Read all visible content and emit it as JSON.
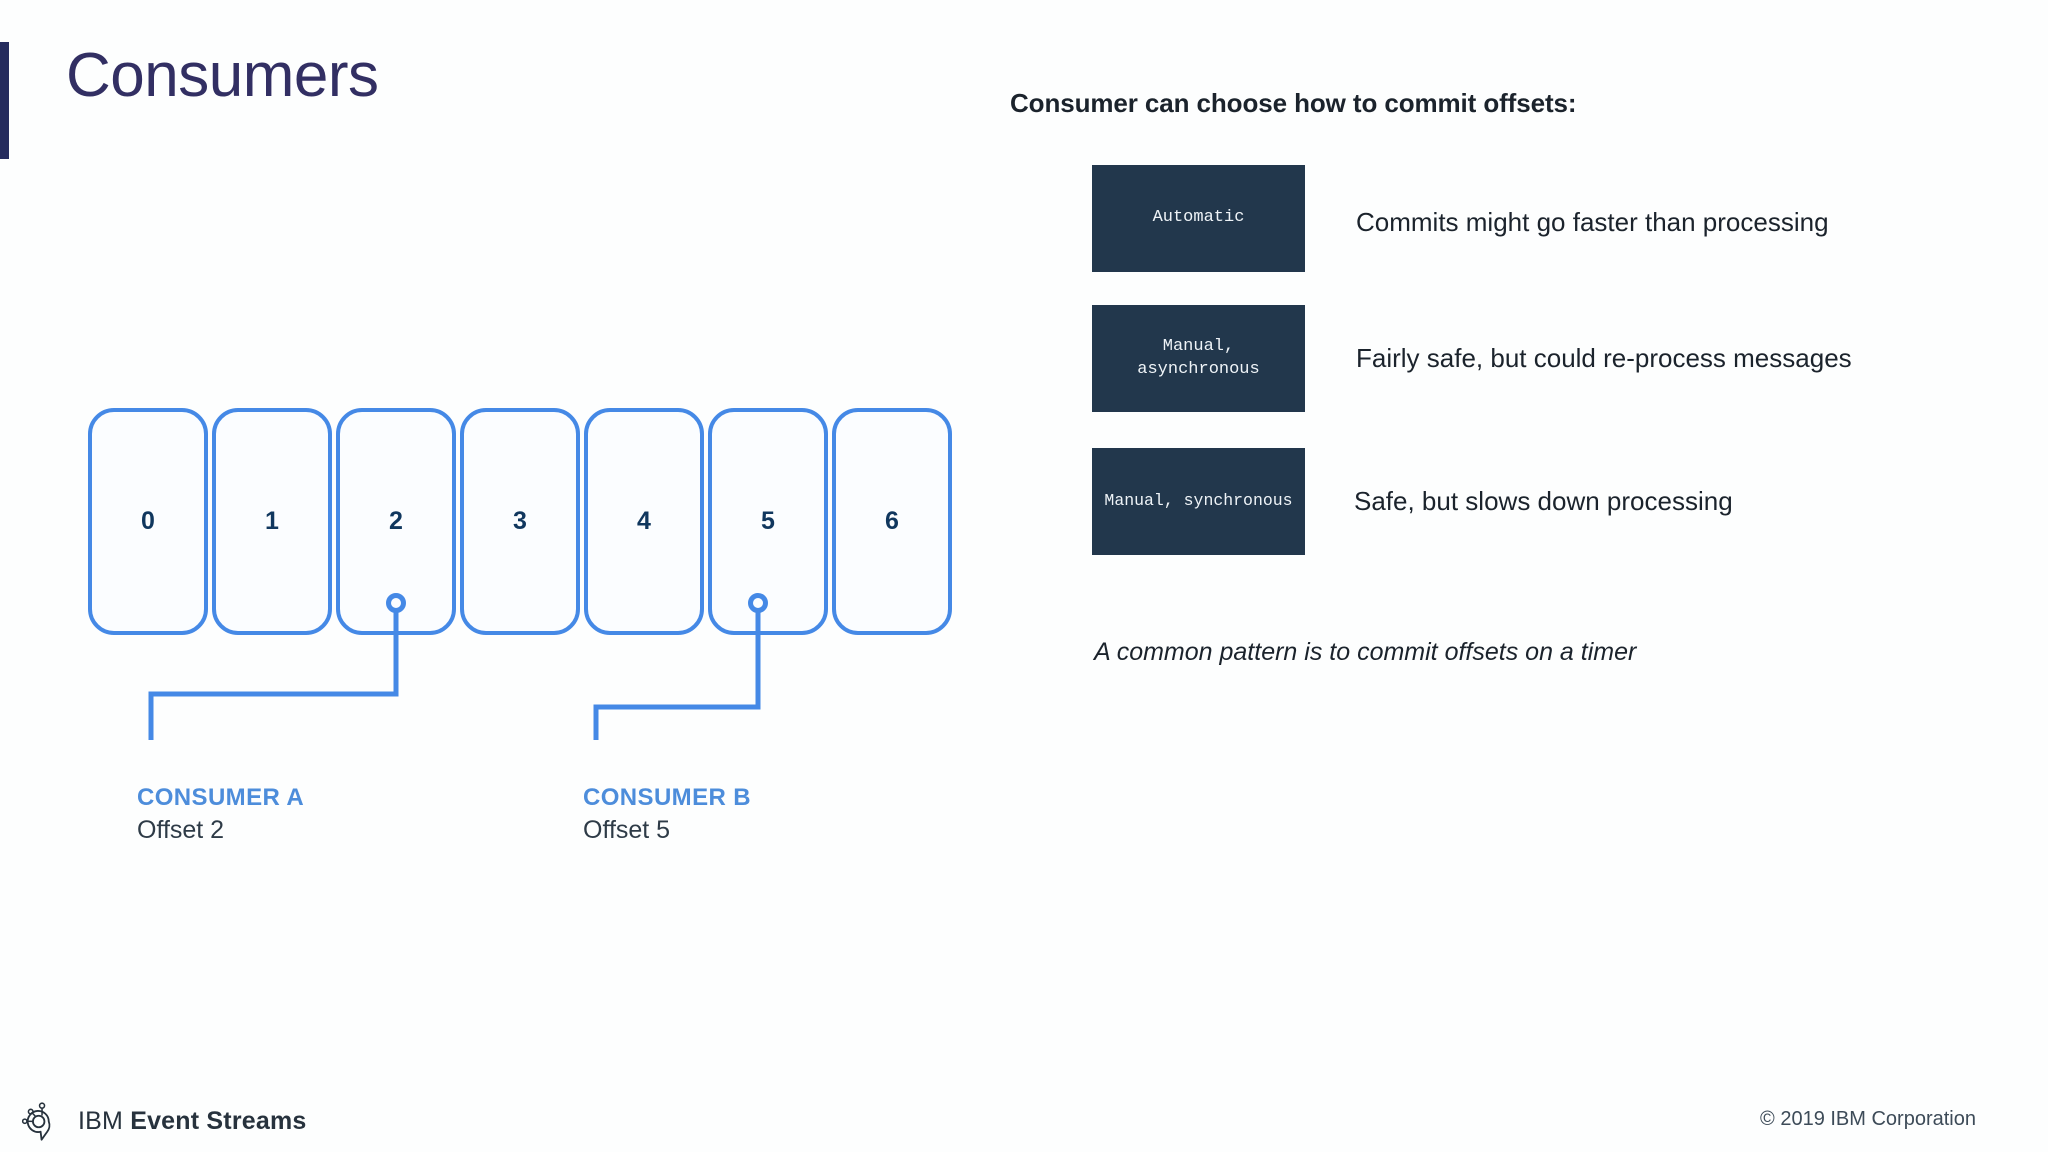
{
  "slide": {
    "title": "Consumers",
    "accent_bar_color": "#252c5e",
    "title_color": "#322f63",
    "background": "#fdfefe"
  },
  "right_panel": {
    "heading": "Consumer can choose how to commit offsets:",
    "accent_chip_bg": "#22374c",
    "options": [
      {
        "mode": "Automatic",
        "description": "Commits might go faster than processing"
      },
      {
        "mode": "Manual,\nasynchronous",
        "description": "Fairly safe, but could re-process messages"
      },
      {
        "mode": "Manual, synchronous",
        "description": "Safe, but slows down processing"
      }
    ],
    "footnote": "A common pattern is to commit offsets on a timer"
  },
  "diagram": {
    "partition_border_color": "#4589e6",
    "partition_number_color": "#10375e",
    "partitions": [
      {
        "label": "0"
      },
      {
        "label": "1"
      },
      {
        "label": "2"
      },
      {
        "label": "3"
      },
      {
        "label": "4"
      },
      {
        "label": "5"
      },
      {
        "label": "6"
      }
    ],
    "consumers": [
      {
        "name": "CONSUMER A",
        "offset": "Offset 2",
        "marker_partition": "2",
        "color": "#4d8ddb"
      },
      {
        "name": "CONSUMER B",
        "offset": "Offset 5",
        "marker_partition": "5",
        "color": "#4d8ddb"
      }
    ]
  },
  "footer": {
    "brand_ibm": "IBM",
    "brand_product": "Event Streams",
    "copyright": "© 2019 IBM Corporation"
  }
}
